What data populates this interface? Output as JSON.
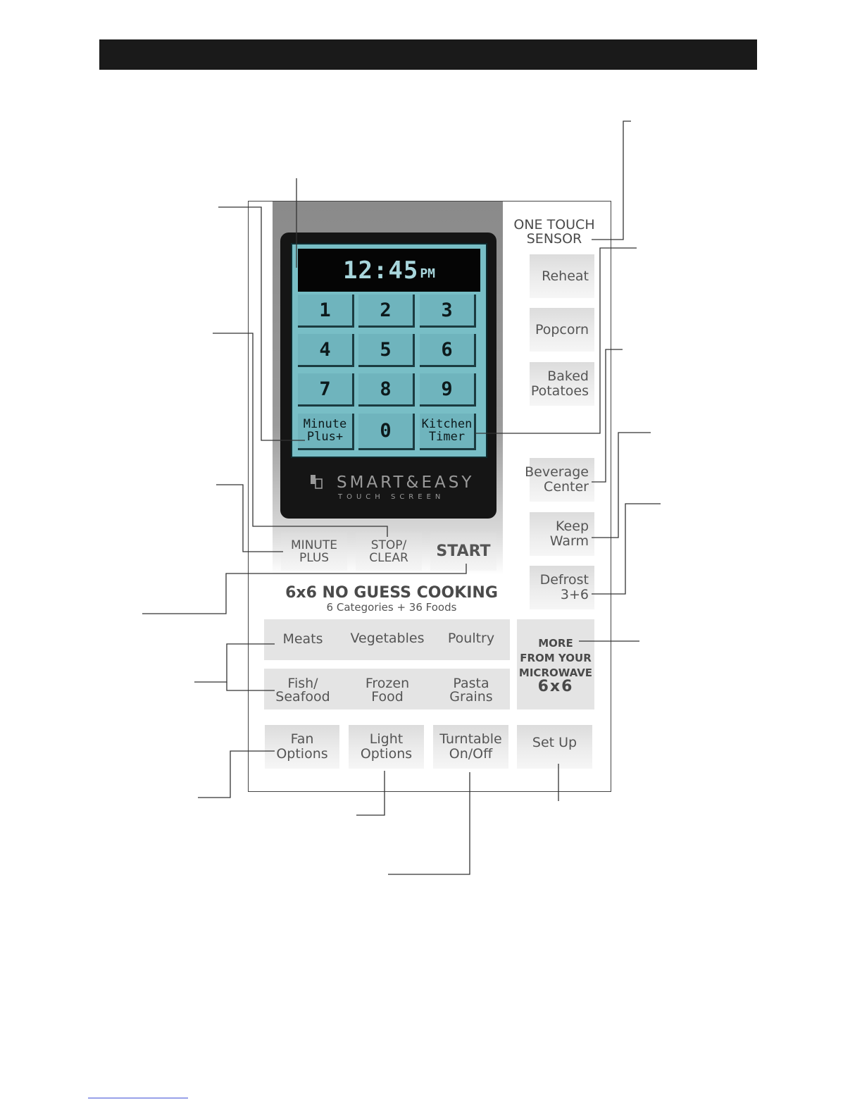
{
  "display": {
    "time": "12:45",
    "ampm": "PM"
  },
  "keypad": [
    "1",
    "2",
    "3",
    "4",
    "5",
    "6",
    "7",
    "8",
    "9",
    "Minute\nPlus+",
    "0",
    "Kitchen\nTimer"
  ],
  "brand": {
    "name": "SMART&EASY",
    "sub": "TOUCH SCREEN"
  },
  "quick_buttons": {
    "minute_plus": "MINUTE\nPLUS",
    "stop_clear": "STOP/\nCLEAR",
    "start": "START"
  },
  "one_touch": {
    "title": "ONE TOUCH\nSENSOR",
    "items": [
      "Reheat",
      "Popcorn",
      "Baked\nPotatoes"
    ]
  },
  "side_buttons": [
    "Beverage\nCenter",
    "Keep\nWarm",
    "Defrost\n3+6"
  ],
  "cooking": {
    "title": "6x6 NO GUESS COOKING",
    "subtitle": "6 Categories + 36 Foods",
    "categories": [
      "Meats",
      "Vegetables",
      "Poultry",
      "Fish/\nSeafood",
      "Frozen\nFood",
      "Pasta\nGrains"
    ]
  },
  "more": {
    "text": "MORE\nFROM YOUR\nMICROWAVE",
    "num": "6x6"
  },
  "bottom_buttons": [
    "Fan\nOptions",
    "Light\nOptions",
    "Turntable\nOn/Off",
    "Set Up"
  ]
}
